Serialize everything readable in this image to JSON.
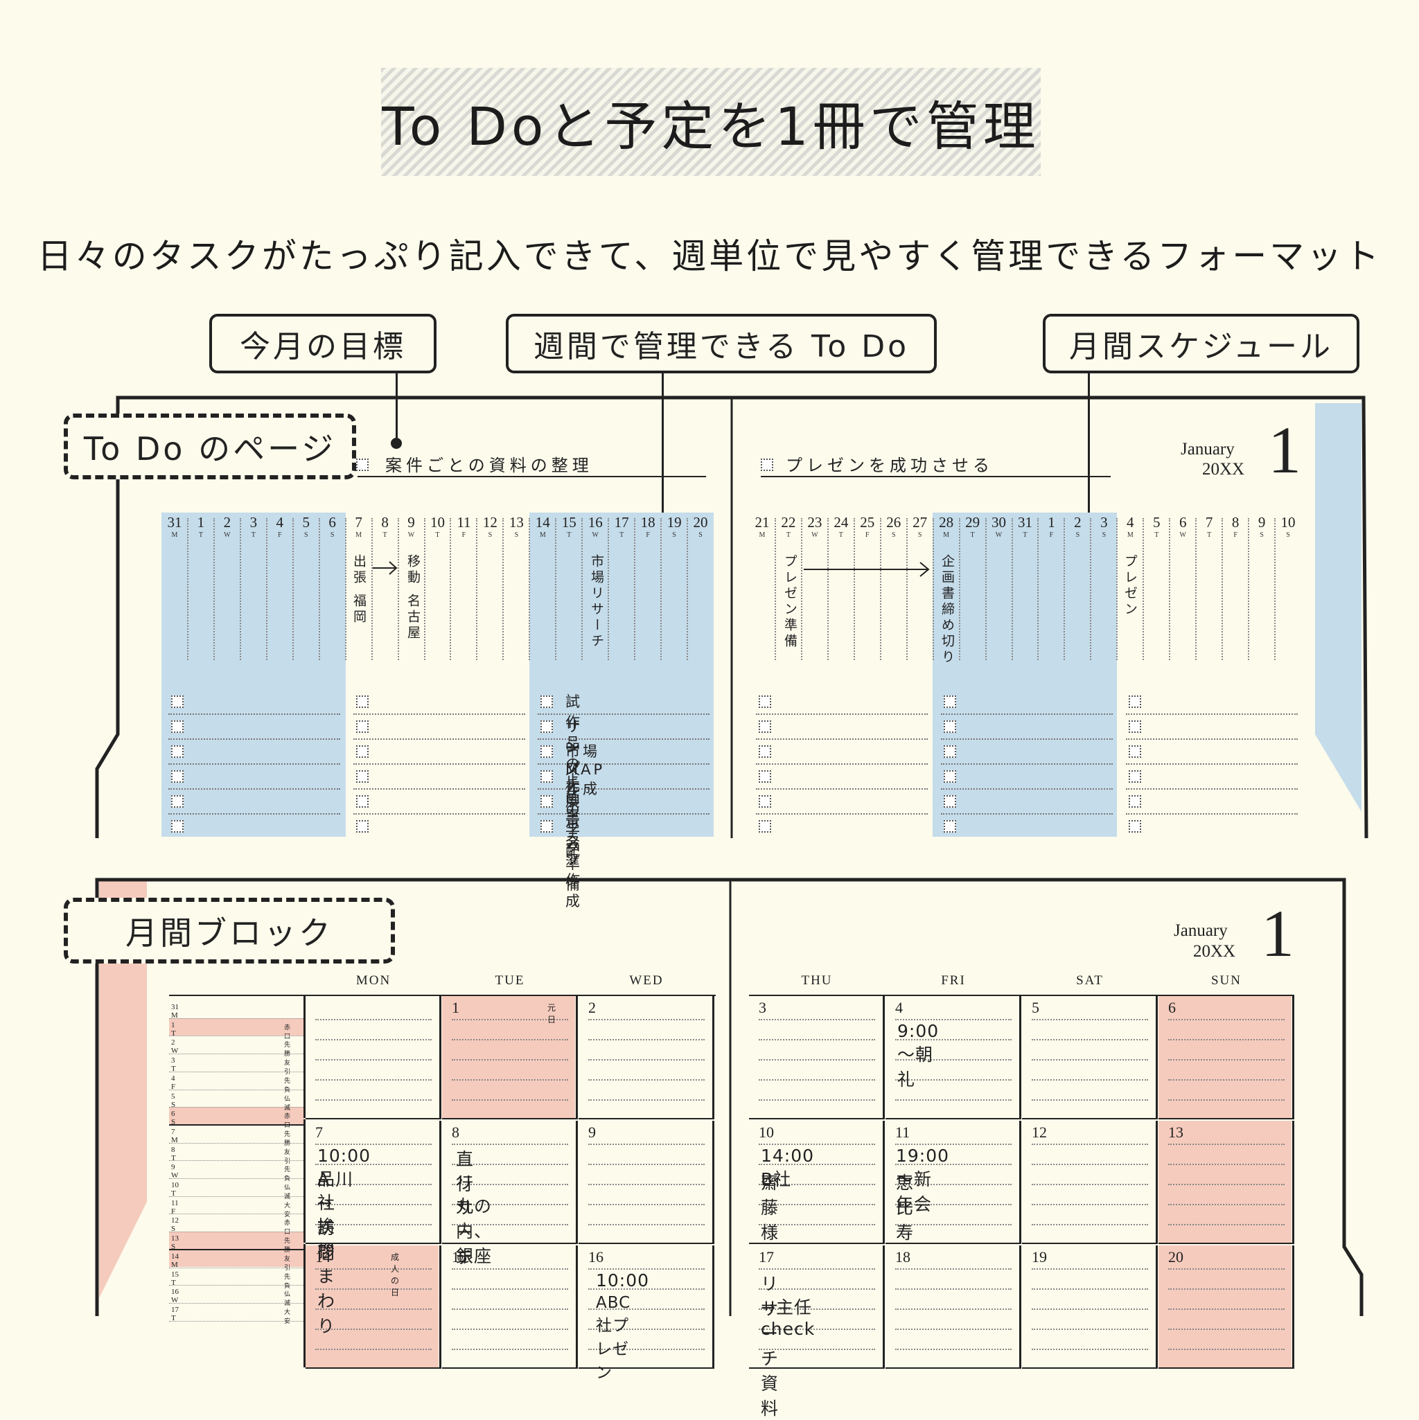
{
  "header": {
    "title": "To Doと予定を1冊で管理",
    "subtitle": "日々のタスクがたっぷり記入できて、週単位で見やすく管理できるフォーマット"
  },
  "callouts": {
    "monthly_goal": "今月の目標",
    "weekly_todo": "週間で管理できる To Do",
    "monthly_schedule": "月間スケジュール"
  },
  "sections": {
    "todo_page": "To Do のページ",
    "monthly_block": "月間ブロック"
  },
  "todo_spread": {
    "left_goal": "案件ごとの資料の整理",
    "right_goal": "プレゼンを成功させる",
    "month_name": "January",
    "year": "20XX",
    "month_number": "1",
    "left_days": [
      {
        "d": "31",
        "w": "M"
      },
      {
        "d": "1",
        "w": "T"
      },
      {
        "d": "2",
        "w": "W"
      },
      {
        "d": "3",
        "w": "T"
      },
      {
        "d": "4",
        "w": "F"
      },
      {
        "d": "5",
        "w": "S"
      },
      {
        "d": "6",
        "w": "S"
      },
      {
        "d": "7",
        "w": "M"
      },
      {
        "d": "8",
        "w": "T"
      },
      {
        "d": "9",
        "w": "W"
      },
      {
        "d": "10",
        "w": "T"
      },
      {
        "d": "11",
        "w": "F"
      },
      {
        "d": "12",
        "w": "S"
      },
      {
        "d": "13",
        "w": "S"
      },
      {
        "d": "14",
        "w": "M"
      },
      {
        "d": "15",
        "w": "T"
      },
      {
        "d": "16",
        "w": "W"
      },
      {
        "d": "17",
        "w": "T"
      },
      {
        "d": "18",
        "w": "F"
      },
      {
        "d": "19",
        "w": "S"
      },
      {
        "d": "20",
        "w": "S"
      }
    ],
    "right_days": [
      {
        "d": "21",
        "w": "M"
      },
      {
        "d": "22",
        "w": "T"
      },
      {
        "d": "23",
        "w": "W"
      },
      {
        "d": "24",
        "w": "T"
      },
      {
        "d": "25",
        "w": "F"
      },
      {
        "d": "26",
        "w": "S"
      },
      {
        "d": "27",
        "w": "S"
      },
      {
        "d": "28",
        "w": "M"
      },
      {
        "d": "29",
        "w": "T"
      },
      {
        "d": "30",
        "w": "W"
      },
      {
        "d": "31",
        "w": "T"
      },
      {
        "d": "1",
        "w": "F"
      },
      {
        "d": "2",
        "w": "S"
      },
      {
        "d": "3",
        "w": "S"
      },
      {
        "d": "4",
        "w": "M"
      },
      {
        "d": "5",
        "w": "T"
      },
      {
        "d": "6",
        "w": "W"
      },
      {
        "d": "7",
        "w": "T"
      },
      {
        "d": "8",
        "w": "F"
      },
      {
        "d": "9",
        "w": "S"
      },
      {
        "d": "10",
        "w": "S"
      }
    ],
    "vertical_notes": {
      "shutcho": "出張",
      "fukuoka": "福岡",
      "ido": "移動",
      "nagoya": "名古屋",
      "market_research": "市場リサーチ",
      "presentation_prep": "プレゼン準備",
      "plan_deadline": "企画書締め切り",
      "presentation": "プレゼン"
    },
    "week3_tasks": [
      "試作品のチェック",
      "サンプルの手配",
      "市場MAP作成",
      "企画書ラフ作成",
      "展示会準備"
    ]
  },
  "monthly_block": {
    "month_name": "January",
    "year": "20XX",
    "month_number": "1",
    "weekdays_left": [
      "MON",
      "TUE",
      "WED"
    ],
    "weekdays_right": [
      "THU",
      "FRI",
      "SAT",
      "SUN"
    ],
    "mini_calendar": [
      {
        "day": "31 M",
        "rokuyo": ""
      },
      {
        "day": "1 T",
        "rokuyo": "赤口"
      },
      {
        "day": "2 W",
        "rokuyo": "先勝"
      },
      {
        "day": "3 T",
        "rokuyo": "友引"
      },
      {
        "day": "4 F",
        "rokuyo": "先負"
      },
      {
        "day": "5 S",
        "rokuyo": "仏滅"
      },
      {
        "day": "6 S",
        "rokuyo": "赤口"
      },
      {
        "day": "7 M",
        "rokuyo": "先勝"
      },
      {
        "day": "8 T",
        "rokuyo": "友引"
      },
      {
        "day": "9 W",
        "rokuyo": "先負"
      },
      {
        "day": "10 T",
        "rokuyo": "仏滅"
      },
      {
        "day": "11 F",
        "rokuyo": "大安"
      },
      {
        "day": "12 S",
        "rokuyo": "赤口"
      },
      {
        "day": "13 S",
        "rokuyo": "先勝"
      },
      {
        "day": "14 M",
        "rokuyo": "友引"
      },
      {
        "day": "15 T",
        "rokuyo": "先負"
      },
      {
        "day": "16 W",
        "rokuyo": "仏滅"
      },
      {
        "day": "17 T",
        "rokuyo": "大安"
      }
    ],
    "holidays": {
      "d1": "元日",
      "d14": "成人の日"
    },
    "entries": {
      "d4": "9:00～朝礼",
      "d7_1": "10:00 品川",
      "d7_2": "A社訪問",
      "d7_3": "→挨拶まわり",
      "d8_1": "直行",
      "d8_2": "リサーチ",
      "d8_3": "丸の内、銀座",
      "d10_1": "14:00 B社",
      "d10_2": "齋藤様",
      "d11_1": "19:00～新年会",
      "d11_2": "恵比寿",
      "d16_1": "10:00",
      "d16_2": "ABC社プレゼン",
      "d17_1": "リサーチ資料",
      "d17_2": "→主任 check"
    },
    "weeks_left": [
      [
        "",
        "1",
        "2"
      ],
      [
        "7",
        "8",
        "9"
      ],
      [
        "14",
        "15",
        "16"
      ]
    ],
    "weeks_right": [
      [
        "3",
        "4",
        "5",
        "6"
      ],
      [
        "10",
        "11",
        "12",
        "13"
      ],
      [
        "17",
        "18",
        "19",
        "20"
      ]
    ]
  },
  "colors": {
    "background": "#fcfbec",
    "todo_blue": "#c5dcea",
    "block_pink": "#f5cbbd",
    "ink": "#222222"
  }
}
